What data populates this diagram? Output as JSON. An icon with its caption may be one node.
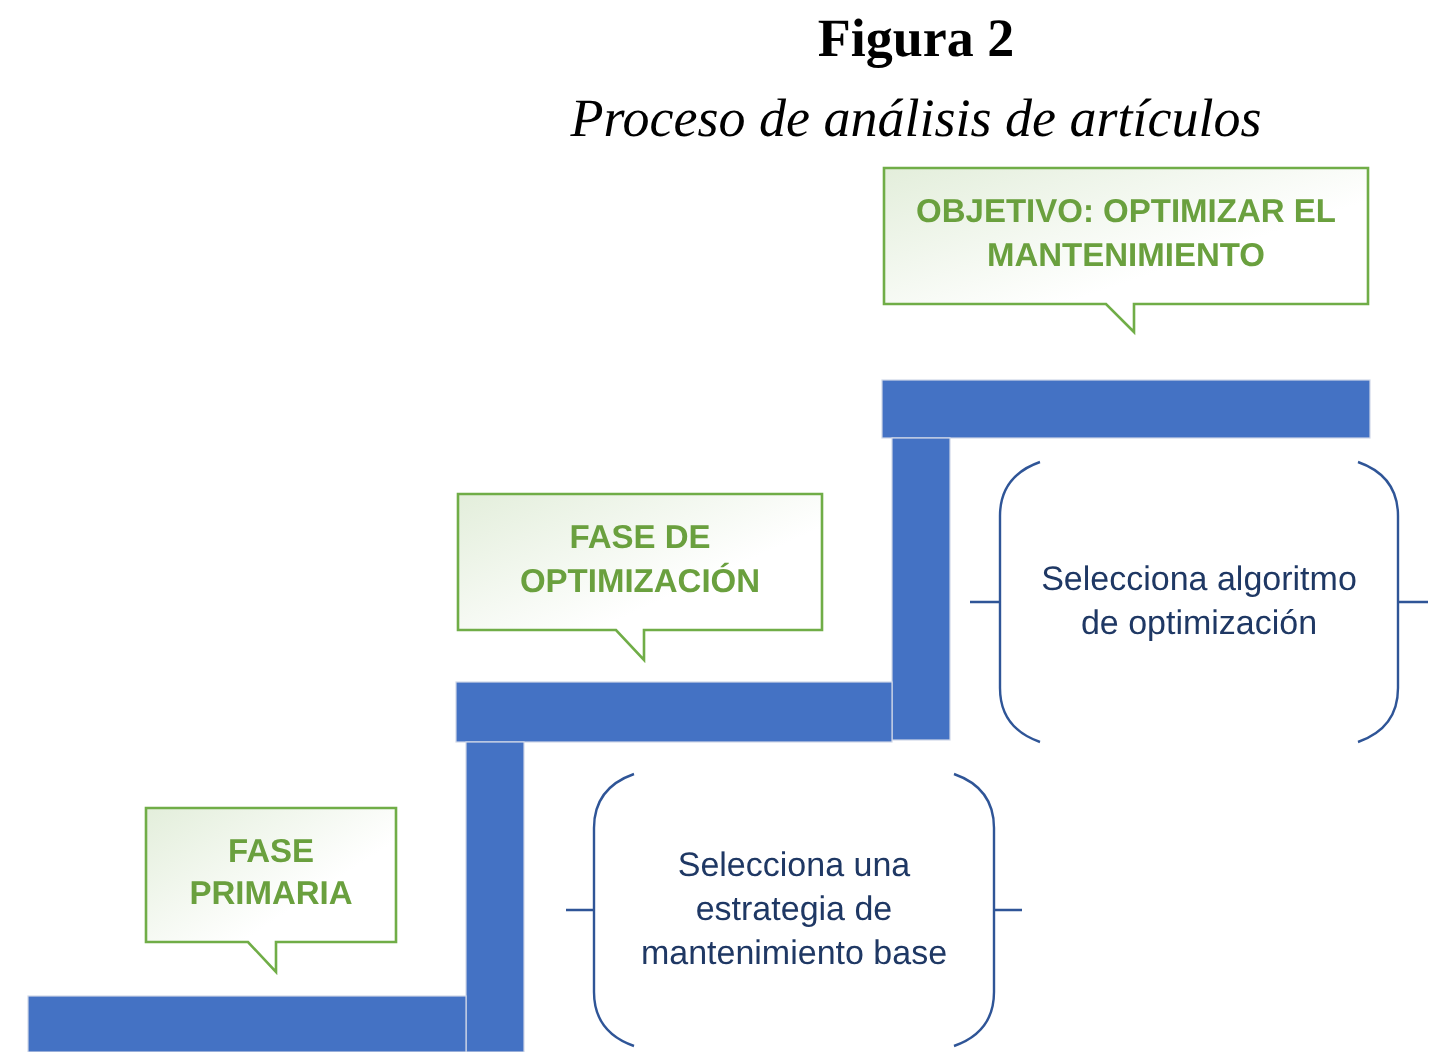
{
  "diagram": {
    "title": "Figura 2",
    "caption": "Proceso de análisis de artículos",
    "nodes": [
      {
        "text": [
          "OBJETIVO: OPTIMIZAR EL MANTENIMIENTO"
        ]
      },
      {
        "text": [
          "FASE DE OPTIMIZACIÓN"
        ]
      },
      {
        "text": [
          "Selecciona algoritmo de optimización"
        ]
      },
      {
        "text": [
          "FASE PRIMARIA"
        ]
      },
      {
        "text": [
          "Selecciona una estrategia de mantenimiento base"
        ]
      }
    ]
  }
}
